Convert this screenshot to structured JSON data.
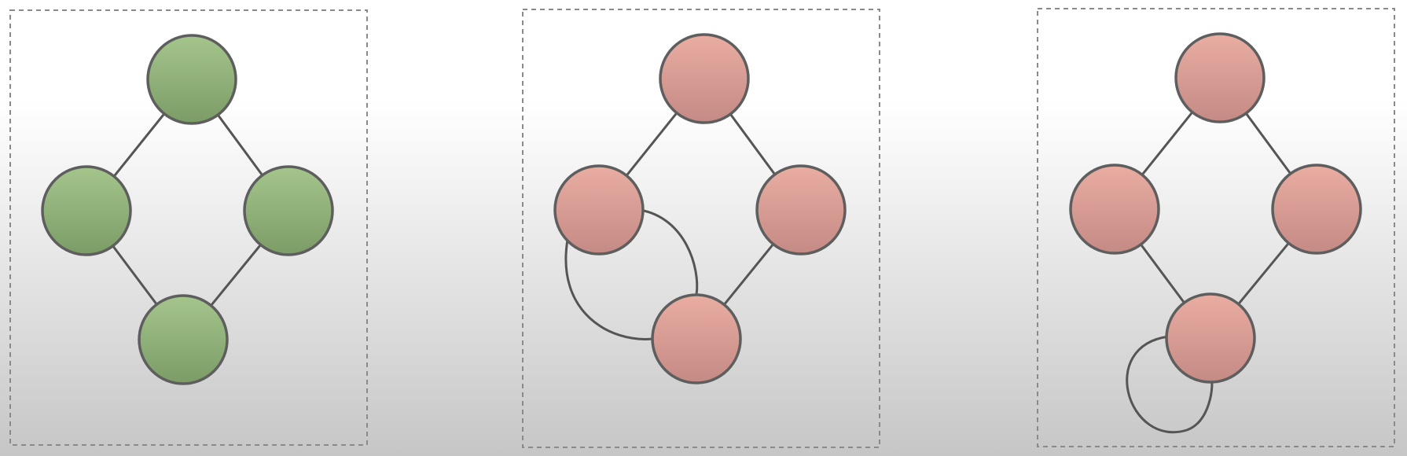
{
  "colors": {
    "frame": "#8a8a8a",
    "edge": "#555555",
    "node_stroke": "#5e5e5e",
    "green_top": "#a4c58c",
    "green_bottom": "#7c9c66",
    "red_top": "#e9ada2",
    "red_bottom": "#c48a84"
  },
  "panels": [
    {
      "name": "simple-graph",
      "theme": "green",
      "nodes": [
        "top",
        "left",
        "right",
        "bottom"
      ],
      "edges": [
        {
          "from": "top",
          "to": "left",
          "kind": "straight"
        },
        {
          "from": "top",
          "to": "right",
          "kind": "straight"
        },
        {
          "from": "left",
          "to": "bottom",
          "kind": "straight"
        },
        {
          "from": "right",
          "to": "bottom",
          "kind": "straight"
        }
      ]
    },
    {
      "name": "multigraph",
      "theme": "red",
      "nodes": [
        "top",
        "left",
        "right",
        "bottom"
      ],
      "edges": [
        {
          "from": "top",
          "to": "left",
          "kind": "straight"
        },
        {
          "from": "top",
          "to": "right",
          "kind": "straight"
        },
        {
          "from": "right",
          "to": "bottom",
          "kind": "straight"
        },
        {
          "from": "left",
          "to": "bottom",
          "kind": "curve-inner"
        },
        {
          "from": "left",
          "to": "bottom",
          "kind": "curve-outer"
        }
      ]
    },
    {
      "name": "pseudograph",
      "theme": "red",
      "nodes": [
        "top",
        "left",
        "right",
        "bottom"
      ],
      "edges": [
        {
          "from": "top",
          "to": "left",
          "kind": "straight"
        },
        {
          "from": "top",
          "to": "right",
          "kind": "straight"
        },
        {
          "from": "left",
          "to": "bottom",
          "kind": "straight"
        },
        {
          "from": "right",
          "to": "bottom",
          "kind": "straight"
        },
        {
          "from": "bottom",
          "to": "bottom",
          "kind": "self-loop"
        }
      ]
    }
  ]
}
